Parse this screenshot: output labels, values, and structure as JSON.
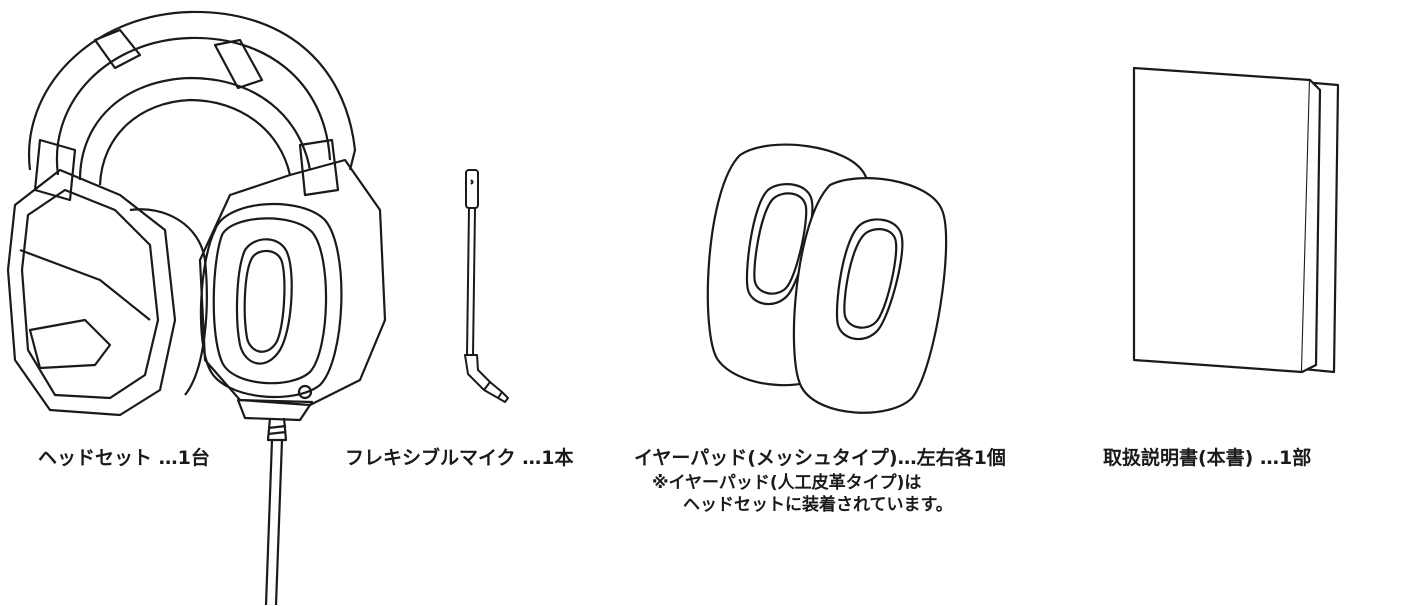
{
  "items": {
    "headset": {
      "caption": "ヘッドセット …1台",
      "icon": "headset-icon"
    },
    "microphone": {
      "caption": "フレキシブルマイク …1本",
      "icon": "flexible-microphone-icon"
    },
    "earpads": {
      "caption": "イヤーパッド(メッシュタイプ)…左右各1個",
      "icon": "earpads-icon",
      "note_line1": "※イヤーパッド(人工皮革タイプ)は",
      "note_line2": "ヘッドセットに装着されています。"
    },
    "manual": {
      "caption": "取扱説明書(本書) …1部",
      "icon": "manual-icon"
    }
  }
}
